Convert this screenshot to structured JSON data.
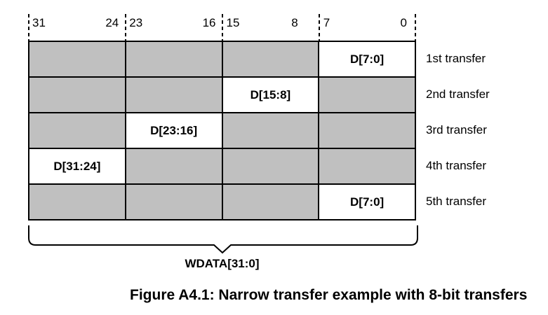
{
  "figure": {
    "bit_ranges": [
      {
        "high": "31",
        "low": "24"
      },
      {
        "high": "23",
        "low": "16"
      },
      {
        "high": "15",
        "low": "8"
      },
      {
        "high": "7",
        "low": "0"
      }
    ],
    "transfers": [
      {
        "label": "1st transfer",
        "data_label": "D[7:0]",
        "active_column": 3
      },
      {
        "label": "2nd transfer",
        "data_label": "D[15:8]",
        "active_column": 2
      },
      {
        "label": "3rd transfer",
        "data_label": "D[23:16]",
        "active_column": 1
      },
      {
        "label": "4th transfer",
        "data_label": "D[31:24]",
        "active_column": 0
      },
      {
        "label": "5th transfer",
        "data_label": "D[7:0]",
        "active_column": 3
      }
    ],
    "bus_label": "WDATA[31:0]",
    "caption": "Figure A4.1: Narrow transfer example with 8-bit transfers",
    "colors": {
      "inactive_cell": "#c0c0c0",
      "active_cell": "#ffffff",
      "line": "#000000"
    }
  }
}
